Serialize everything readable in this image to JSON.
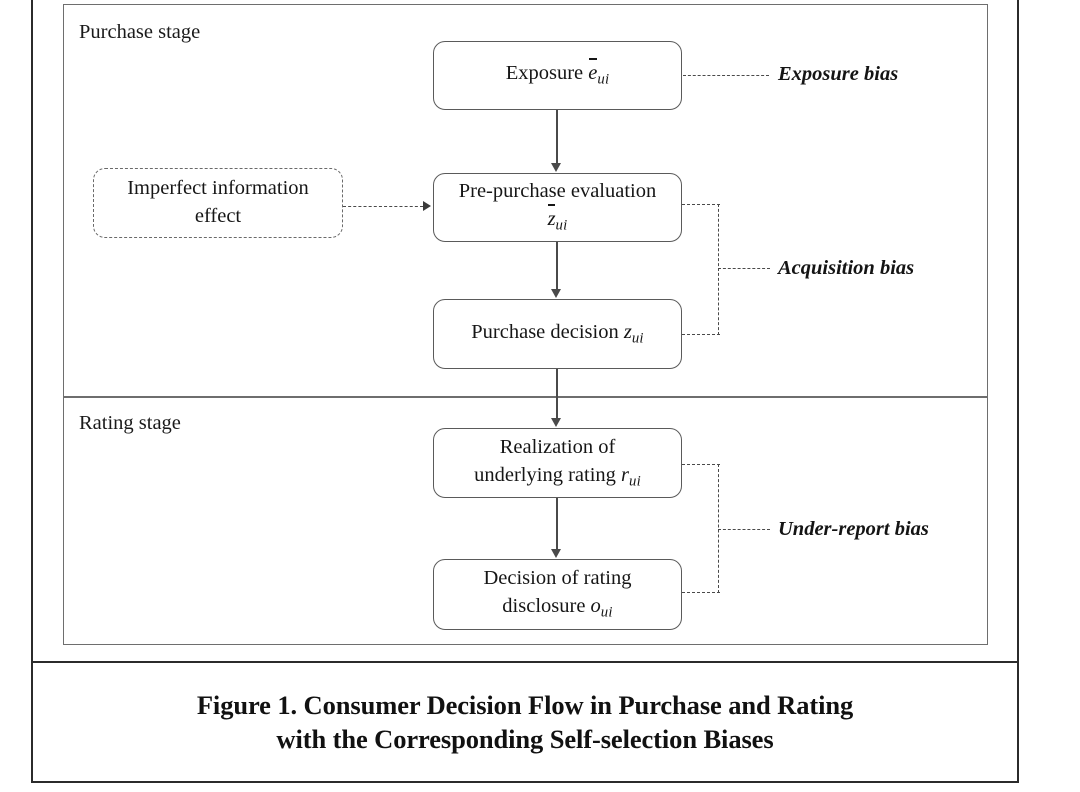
{
  "figure": {
    "caption_line1": "Figure 1. Consumer Decision Flow in Purchase and Rating",
    "caption_line2": "with the Corresponding Self-selection Biases"
  },
  "stages": [
    {
      "id": "purchase",
      "label": "Purchase stage"
    },
    {
      "id": "rating",
      "label": "Rating stage"
    }
  ],
  "nodes": {
    "exposure": {
      "text": "Exposure",
      "symbol": "e",
      "symbol_overline": true,
      "subscript": "ui"
    },
    "imperfect": {
      "line1": "Imperfect information",
      "line2": "effect"
    },
    "pre_purchase": {
      "line1": "Pre-purchase evaluation",
      "symbol": "z",
      "symbol_overline": true,
      "subscript": "ui"
    },
    "purchase_decision": {
      "text": "Purchase decision",
      "symbol": "z",
      "symbol_overline": false,
      "subscript": "ui"
    },
    "realization": {
      "line1": "Realization of",
      "line2": "underlying rating",
      "symbol": "r",
      "symbol_overline": false,
      "subscript": "ui"
    },
    "disclosure": {
      "line1": "Decision of rating",
      "line2": "disclosure",
      "symbol": "o",
      "symbol_overline": false,
      "subscript": "ui"
    }
  },
  "biases": [
    {
      "id": "exposure-bias",
      "label": "Exposure bias"
    },
    {
      "id": "acquisition-bias",
      "label": "Acquisition bias"
    },
    {
      "id": "under-report-bias",
      "label": "Under-report bias"
    }
  ],
  "colors": {
    "frame": "#2b2b2b",
    "stage_border": "#6e6e6e",
    "box_border": "#5a5a5a",
    "connector": "#4a4a4a",
    "text": "#161616",
    "background": "#ffffff"
  }
}
